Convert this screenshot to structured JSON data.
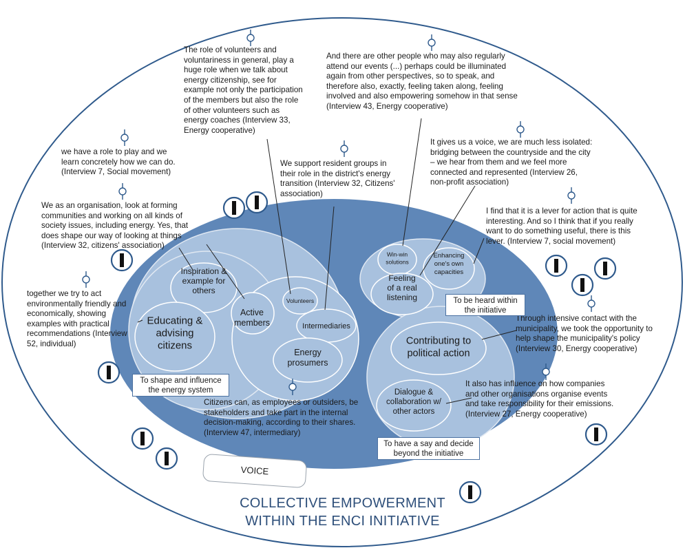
{
  "title": {
    "line1": "COLLECTIVE EMPOWERMENT",
    "line2": "WITHIN THE ENCI INITIATIVE"
  },
  "voice_label": "VOICE",
  "circles": {
    "inspiration": "Inspiration &\nexample for\nothers",
    "educating": "Educating &\nadvising\ncitizens",
    "active_members": "Active\nmembers",
    "volunteers": "Volunteers",
    "intermediaries": "Intermediaries",
    "energy_prosumers": "Energy\nprosumers",
    "win_win": "Win-win\nsolutions",
    "enhancing": "Enhancing\none's own\ncapacities",
    "feeling": "Feeling\nof a real\nlistening",
    "contributing": "Contributing to\npolitical action",
    "dialogue": "Dialogue &\ncollaboration w/\nother actors"
  },
  "boxes": {
    "shape_influence": "To shape and influence\nthe energy system",
    "heard": "To be heard within\nthe initiative",
    "say_decide": "To have a say and decide\nbeyond the initiative"
  },
  "quotes": {
    "q_volunteers": "The role of volunteers and\nvoluntariness in general, play a\nhuge role when we talk about\nenergy citizenship, see for\nexample not only the participation\nof the members but also the role\nof other volunteers such as\nenergy coaches (Interview 33,\nEnergy cooperative)",
    "q_events": "And there are other people who may also regularly\nattend our events (...) perhaps could be illuminated\nagain from other perspectives, so to speak, and\ntherefore also,  exactly, feeling taken along, feeling\ninvolved and also empowering somehow in that sense\n(Interview 43,  Energy cooperative)",
    "q_voice": "It gives us a voice, we are much less isolated:\nbridging between the countryside and the city\n– we hear from them and we feel more\nconnected and represented (Interview 26,\nnon-profit association)",
    "q_role": "we have a role to play and we\nlearn concretely how we can do.\n(Interview 7, Social movement)",
    "q_resident": "We support resident groups in\ntheir role in the district's energy\ntransition (Interview 32, Citizens'\nassociation)",
    "q_lever": "I find that it is a lever for action that is quite\ninteresting. And so I think that if you really\nwant to do something useful, there is this\nlever. (Interview 7, social movement)",
    "q_organisation": "We as an organisation, look at forming\ncommunities and working on all kinds of\nsociety issues, including energy. Yes, that\ndoes shape our way of looking at things\n(Interview 32, citizens' association)",
    "q_together": "together we try to act\nenvironmentally friendly and\neconomically, showing\nexamples with practical\nrecommendations (Interview\n52, individual)",
    "q_municipality": "Through intensive contact with the\nmunicipality, we took the opportunity to\nhelp shape the municipality's policy\n(Interview 30, Energy cooperative)",
    "q_companies": "It also has influence on how companies\nand other organisations organise events\nand take responsibility for their emissions.\n(Interview 27, Energy cooperative)",
    "q_employees": "Citizens can, as employees or outsiders, be\nstakeholders and take part in the internal\ndecision-making, according to their shares.\n(Interview 47, intermediary)"
  },
  "colors": {
    "outer_ring": "#2f5a8c",
    "dark_blue": "#5f87b8",
    "light_blue": "#a8c1de",
    "lighter_blue": "#c6d6ea",
    "title": "#2e4f7a"
  }
}
